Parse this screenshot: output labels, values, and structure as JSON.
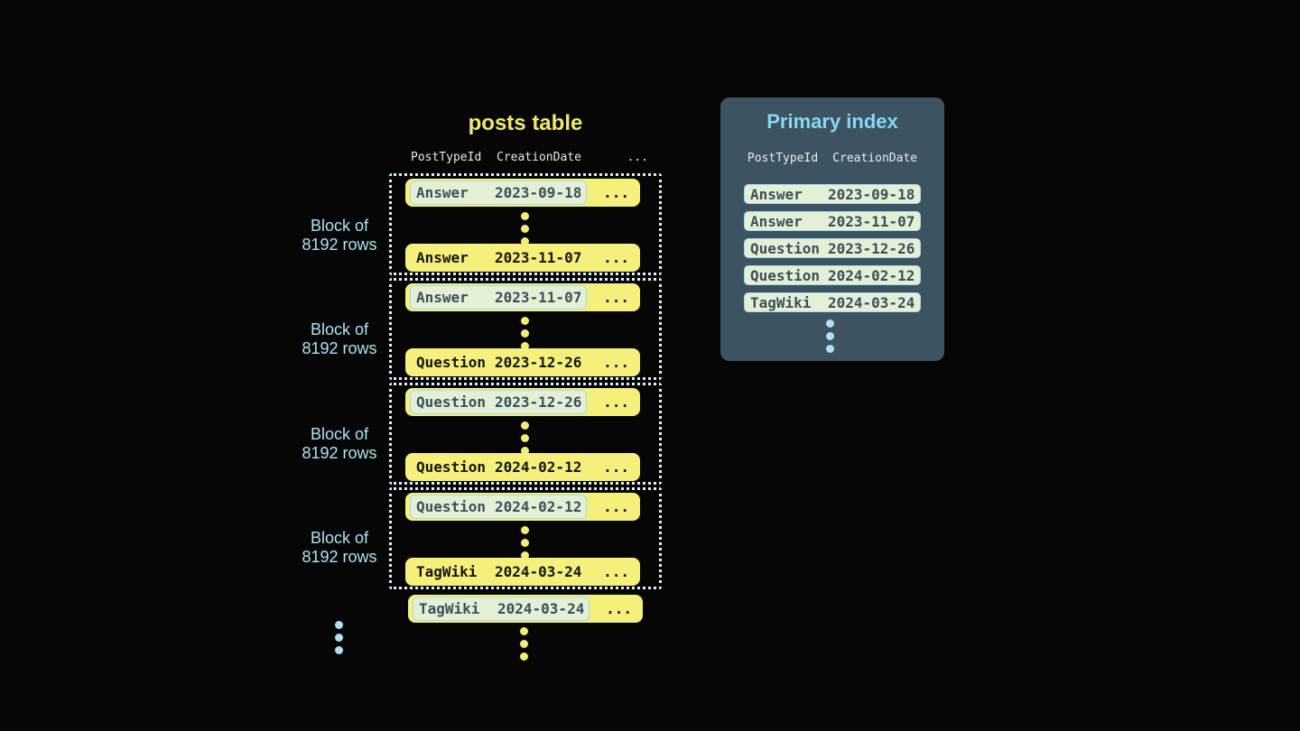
{
  "colors": {
    "background": "#060606",
    "row_yellow": "#f5ef7c",
    "title_yellow": "#f0ea68",
    "highlight_green": "#e4f0d5",
    "highlight_border_blue": "#a3d9e9",
    "slate_text": "#3c4e5b",
    "panel_slate": "#3d5361",
    "light_blue_text": "#ace4f3",
    "dotted_border": "#dcf0f7"
  },
  "posts_table": {
    "title": "posts table",
    "header": {
      "col1": "PostTypeId",
      "col2": "CreationDate",
      "ellipsis": "..."
    },
    "row_ellipsis": "...",
    "blocks": [
      {
        "label_line1": "Block of",
        "label_line2": "8192 rows",
        "first_row": {
          "post_type": "Answer",
          "creation_date": "2023-09-18"
        },
        "last_row": {
          "post_type": "Answer",
          "creation_date": "2023-11-07"
        }
      },
      {
        "label_line1": "Block of",
        "label_line2": "8192 rows",
        "first_row": {
          "post_type": "Answer",
          "creation_date": "2023-11-07"
        },
        "last_row": {
          "post_type": "Question",
          "creation_date": "2023-12-26"
        }
      },
      {
        "label_line1": "Block of",
        "label_line2": "8192 rows",
        "first_row": {
          "post_type": "Question",
          "creation_date": "2023-12-26"
        },
        "last_row": {
          "post_type": "Question",
          "creation_date": "2024-02-12"
        }
      },
      {
        "label_line1": "Block of",
        "label_line2": "8192 rows",
        "first_row": {
          "post_type": "Question",
          "creation_date": "2024-02-12"
        },
        "last_row": {
          "post_type": "TagWiki",
          "creation_date": "2024-03-24"
        }
      }
    ],
    "tail_row": {
      "post_type": "TagWiki",
      "creation_date": "2024-03-24"
    }
  },
  "primary_index": {
    "title": "Primary index",
    "header": {
      "col1": "PostTypeId",
      "col2": "CreationDate"
    },
    "rows": [
      {
        "post_type": "Answer",
        "creation_date": "2023-09-18"
      },
      {
        "post_type": "Answer",
        "creation_date": "2023-11-07"
      },
      {
        "post_type": "Question",
        "creation_date": "2023-12-26"
      },
      {
        "post_type": "Question",
        "creation_date": "2024-02-12"
      },
      {
        "post_type": "TagWiki",
        "creation_date": "2024-03-24"
      }
    ]
  }
}
